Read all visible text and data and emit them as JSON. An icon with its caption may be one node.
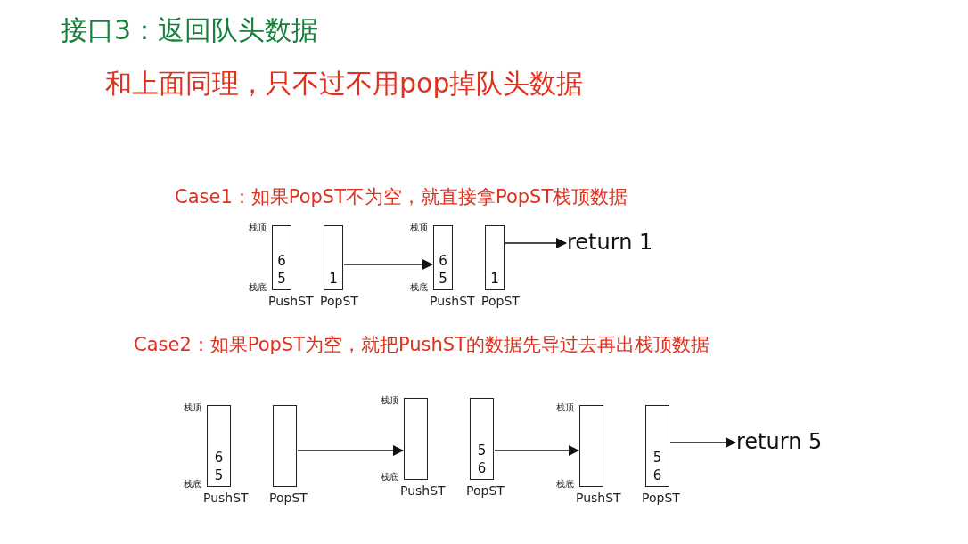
{
  "diagram": {
    "title": "接口3：返回队头数据",
    "nodes": [
      {
        "text": [
          "6",
          "5"
        ],
        "beside": [
          "栈顶",
          "栈底",
          "PushST"
        ]
      },
      {
        "text": [
          "1"
        ],
        "beside": [
          "PopST"
        ]
      },
      {
        "text": [
          "6",
          "5"
        ],
        "beside": [
          "栈顶",
          "栈底",
          "PushST"
        ]
      },
      {
        "text": [
          "1"
        ],
        "beside": [
          "PopST"
        ]
      },
      {
        "text": [
          "return 1"
        ]
      },
      {
        "text": [
          "6",
          "5"
        ],
        "beside": [
          "栈顶",
          "栈底",
          "PushST"
        ]
      },
      {
        "text": [],
        "shape": "box",
        "beside": [
          "PopST"
        ]
      },
      {
        "text": [],
        "shape": "box",
        "beside": [
          "栈顶",
          "栈底",
          "PushST"
        ]
      },
      {
        "text": [
          "5",
          "6"
        ],
        "beside": [
          "PopST"
        ]
      },
      {
        "text": [],
        "shape": "box",
        "beside": [
          "栈顶",
          "栈底",
          "PushST"
        ]
      },
      {
        "text": [
          "5",
          "6"
        ],
        "beside": [
          "PopST"
        ]
      },
      {
        "text": [
          "return 5"
        ]
      }
    ],
    "edges": [
      {
        "from": 1,
        "to": 2,
        "arrow": "to"
      },
      {
        "from": 3,
        "to": 4,
        "arrow": "to"
      },
      {
        "from": 6,
        "to": 7,
        "arrow": "to"
      },
      {
        "from": 8,
        "to": 9,
        "arrow": "to"
      },
      {
        "from": 10,
        "to": 11,
        "arrow": "to"
      }
    ],
    "labels": [
      "和上面同理，只不过不用pop掉队头数据",
      "Case1：如果PopST不为空，就直接拿PopST栈顶数据",
      "Case2：如果PopST为空，就把PushST的数据先导过去再出栈顶数据"
    ]
  }
}
